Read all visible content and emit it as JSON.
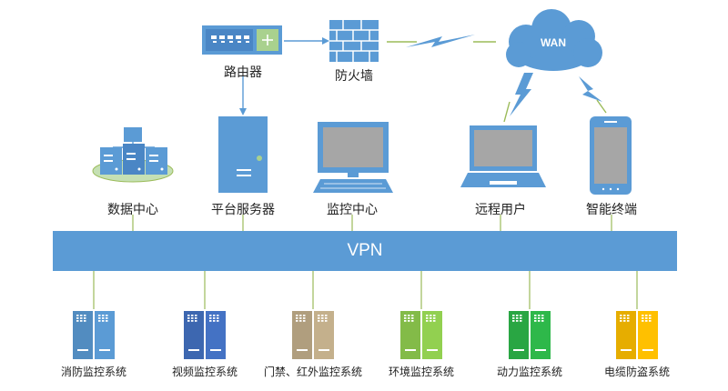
{
  "colors": {
    "bus": "#5b9bd5",
    "link": "#9bbb59",
    "cloud": "#5b9bd5",
    "device": "#5b9bd5",
    "screen": "#a6a6a6"
  },
  "top": {
    "router_label": "路由器",
    "firewall_label": "防火墙",
    "wan_label": "WAN"
  },
  "middle": {
    "items": [
      {
        "label": "数据中心",
        "icon": "data-center-icon"
      },
      {
        "label": "平台服务器",
        "icon": "server-tower-icon"
      },
      {
        "label": "监控中心",
        "icon": "monitor-computer-icon"
      },
      {
        "label": "远程用户",
        "icon": "laptop-icon"
      },
      {
        "label": "智能终端",
        "icon": "smartphone-icon"
      }
    ]
  },
  "bus": {
    "label": "VPN"
  },
  "subsystems": [
    {
      "label": "消防监控系统",
      "color": "#5b9bd5"
    },
    {
      "label": "视频监控系统",
      "color": "#4472c4"
    },
    {
      "label": "门禁、红外监控系统",
      "color": "#c4b08c"
    },
    {
      "label": "环境监控系统",
      "color": "#92d050"
    },
    {
      "label": "动力监控系统",
      "color": "#2eb84a"
    },
    {
      "label": "电缆防盗系统",
      "color": "#ffc000"
    }
  ]
}
